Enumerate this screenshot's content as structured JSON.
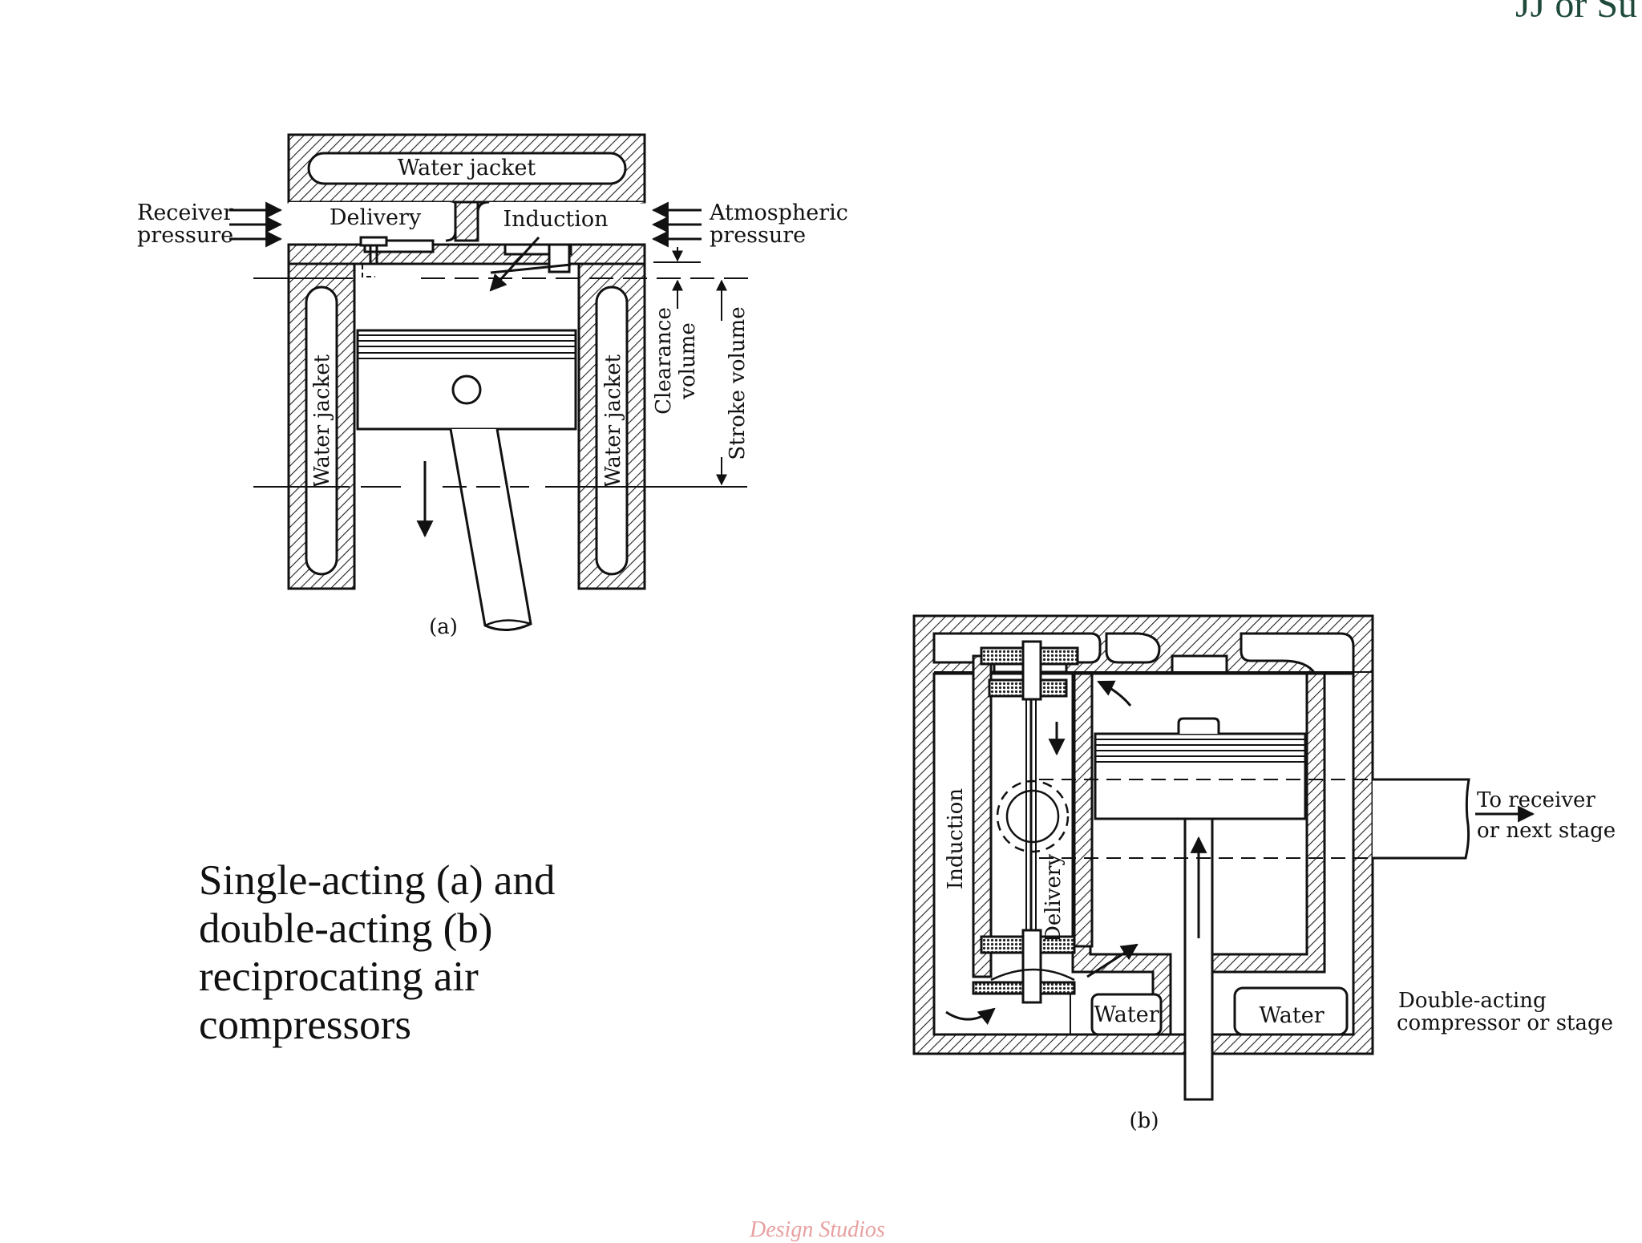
{
  "figure_a": {
    "water_jacket_top": "Water jacket",
    "delivery": "Delivery",
    "induction": "Induction",
    "receiver_pressure_1": "Receiver",
    "receiver_pressure_2": "pressure",
    "atmospheric_pressure_1": "Atmospheric",
    "atmospheric_pressure_2": "pressure",
    "water_jacket_left": "Water jacket",
    "water_jacket_right": "Water jacket",
    "clearance_volume_1": "Clearance",
    "clearance_volume_2": "volume",
    "stroke_volume": "Stroke volume",
    "caption": "(a)"
  },
  "figure_b": {
    "induction": "Induction",
    "delivery": "Delivery",
    "to_receiver_1": "To receiver",
    "to_receiver_2": "or next stage",
    "water_left": "Water",
    "water_right": "Water",
    "double_acting_1": "Double-acting",
    "double_acting_2": "compressor or stage",
    "caption": "(b)"
  },
  "caption_lines": [
    "Single-acting (a) and",
    "double-acting (b)",
    "reciprocating air",
    "compressors"
  ],
  "watermark": "Design Studios",
  "logo_fragment": "JJ or Su"
}
